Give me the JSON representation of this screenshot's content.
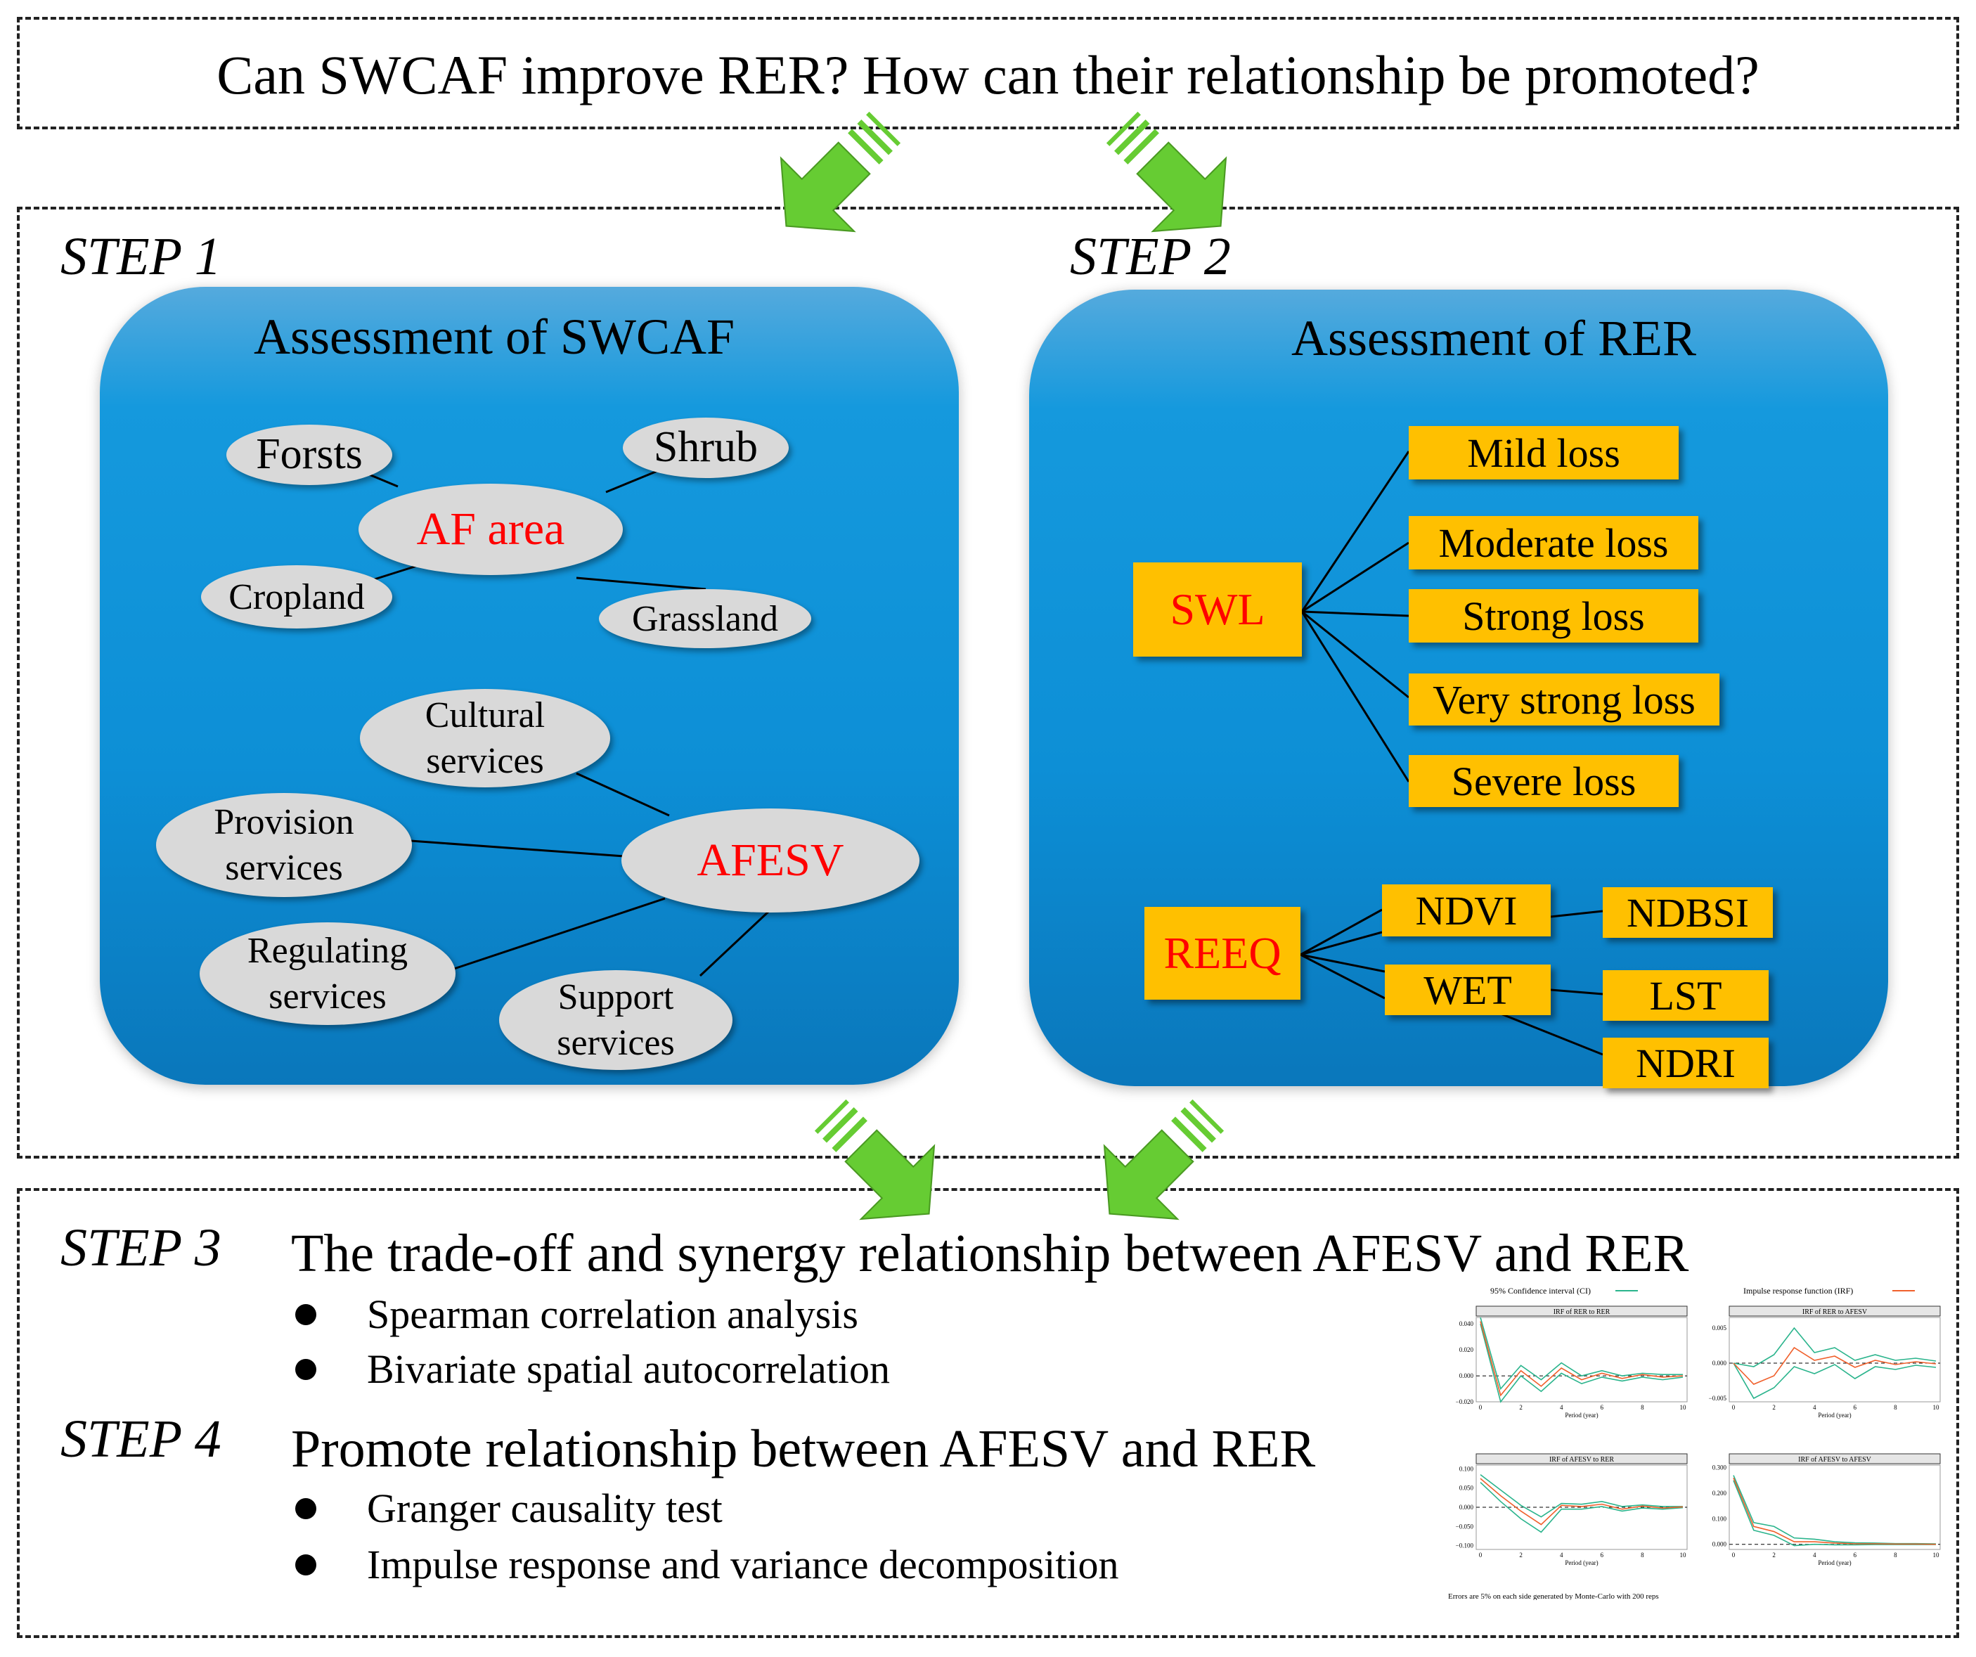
{
  "question": "Can SWCAF improve RER? How can their relationship be promoted?",
  "step1": {
    "label": "STEP 1",
    "title": "Assessment of SWCAF",
    "af_area": "AF area",
    "forests": "Forsts",
    "shrub": "Shrub",
    "cropland": "Cropland",
    "grassland": "Grassland",
    "afesv": "AFESV",
    "cultural": [
      "Cultural",
      "services"
    ],
    "provision": [
      "Provision",
      "services"
    ],
    "regulating": [
      "Regulating",
      "services"
    ],
    "support": [
      "Support",
      "services"
    ]
  },
  "step2": {
    "label": "STEP 2",
    "title": "Assessment of RER",
    "swl": "SWL",
    "losses": [
      "Mild loss",
      "Moderate loss",
      "Strong loss",
      "Very strong loss",
      "Severe loss"
    ],
    "reeq": "REEQ",
    "ndvi": "NDVI",
    "wet": "WET",
    "ndbsi": "NDBSI",
    "lst": "LST",
    "ndri": "NDRI"
  },
  "step3": {
    "label": "STEP 3",
    "title": "The trade-off and synergy relationship between AFESV and RER",
    "bullets": [
      "Spearman correlation analysis",
      "Bivariate spatial autocorrelation"
    ]
  },
  "step4": {
    "label": "STEP 4",
    "title": "Promote relationship between AFESV and RER",
    "bullets": [
      "Granger causality test",
      "Impulse response and variance decomposition"
    ]
  },
  "colors": {
    "arrow": "#66cc33",
    "panel": "#1599dd",
    "box": "#ffc000",
    "ellipse": "#d9d9d9",
    "accent_text": "#ff0000",
    "ci_line": "#2ab48c",
    "irf_line": "#f0602c"
  },
  "chart_data": {
    "type": "line",
    "legend": [
      "95% Confidence interval (CI)",
      "Impulse response function (IRF)"
    ],
    "footnote": "Errors are 5% on each side generated by Monte-Carlo with 200 reps",
    "xlabel": "Period (year)",
    "x": [
      0,
      1,
      2,
      3,
      4,
      5,
      6,
      7,
      8,
      9,
      10
    ],
    "xticks": [
      "0",
      "2",
      "4",
      "6",
      "8",
      "10"
    ],
    "panels": [
      {
        "title": "IRF of RER to RER",
        "ylim": [
          -0.02,
          0.045
        ],
        "yticks": [
          "0.040",
          "0.020",
          "0.000",
          "−0.020"
        ],
        "ytickvals": [
          0.04,
          0.02,
          0,
          -0.02
        ],
        "irf": [
          0.042,
          -0.015,
          0.004,
          -0.008,
          0.006,
          -0.003,
          0.002,
          -0.002,
          0.001,
          -0.001,
          0.0
        ],
        "ci_upper": [
          0.045,
          -0.01,
          0.008,
          -0.003,
          0.01,
          0.0,
          0.004,
          0.0,
          0.002,
          0.001,
          0.001
        ],
        "ci_lower": [
          0.04,
          -0.02,
          0.0,
          -0.012,
          0.002,
          -0.006,
          -0.001,
          -0.004,
          -0.001,
          -0.003,
          -0.001
        ]
      },
      {
        "title": "IRF of RER to AFESV",
        "ylim": [
          -0.0055,
          0.0065
        ],
        "yticks": [
          "0.005",
          "0.000",
          "−0.005"
        ],
        "ytickvals": [
          0.005,
          0,
          -0.005
        ],
        "irf": [
          0.0,
          -0.003,
          -0.0018,
          0.0022,
          0.0004,
          0.001,
          -0.0006,
          0.0004,
          -0.0002,
          0.0002,
          -0.0001
        ],
        "ci_upper": [
          0.0,
          -0.0005,
          0.0012,
          0.005,
          0.0015,
          0.0022,
          0.0004,
          0.0012,
          0.0004,
          0.0007,
          0.0003
        ],
        "ci_lower": [
          0.0,
          -0.005,
          -0.0035,
          -0.0005,
          -0.0015,
          -0.0002,
          -0.0022,
          -0.0005,
          -0.0009,
          -0.0003,
          -0.0006
        ]
      },
      {
        "title": "IRF of AFESV to RER",
        "ylim": [
          -0.11,
          0.11
        ],
        "yticks": [
          "0.100",
          "0.050",
          "0.000",
          "−0.050",
          "−0.100"
        ],
        "ytickvals": [
          0.1,
          0.05,
          0,
          -0.05,
          -0.1
        ],
        "irf": [
          0.075,
          0.03,
          -0.01,
          -0.045,
          0.005,
          0.002,
          0.008,
          -0.005,
          0.003,
          -0.002,
          0.001
        ],
        "ci_upper": [
          0.085,
          0.045,
          0.005,
          -0.025,
          0.01,
          0.008,
          0.015,
          0.002,
          0.006,
          0.002,
          0.002
        ],
        "ci_lower": [
          0.065,
          0.015,
          -0.03,
          -0.065,
          -0.005,
          -0.005,
          0.002,
          -0.01,
          -0.002,
          -0.005,
          -0.001
        ]
      },
      {
        "title": "IRF of AFESV to AFESV",
        "ylim": [
          -0.02,
          0.31
        ],
        "yticks": [
          "0.300",
          "0.200",
          "0.100",
          "0.000"
        ],
        "ytickvals": [
          0.3,
          0.2,
          0.1,
          0
        ],
        "irf": [
          0.26,
          0.07,
          0.05,
          0.01,
          0.01,
          0.005,
          0.002,
          0.002,
          0.001,
          0.001,
          0.0
        ],
        "ci_upper": [
          0.27,
          0.085,
          0.07,
          0.025,
          0.02,
          0.01,
          0.006,
          0.005,
          0.003,
          0.003,
          0.002
        ],
        "ci_lower": [
          0.25,
          0.055,
          0.035,
          -0.005,
          0.0,
          -0.002,
          -0.002,
          -0.001,
          -0.001,
          -0.001,
          -0.001
        ]
      }
    ]
  }
}
